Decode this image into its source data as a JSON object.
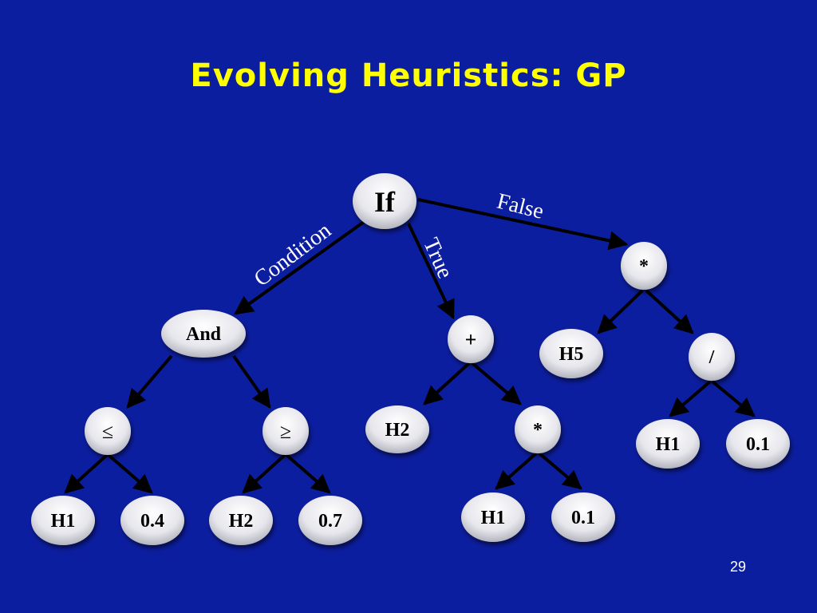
{
  "slide": {
    "title": "Evolving Heuristics: GP",
    "page_number": "29"
  },
  "tree": {
    "root": "If",
    "edge_labels": {
      "condition": "Condition",
      "true": "True",
      "false": "False"
    },
    "condition_branch": {
      "and": "And",
      "le": "≤",
      "le_left": "H1",
      "le_right": "0.4",
      "ge": "≥",
      "ge_left": "H2",
      "ge_right": "0.7"
    },
    "true_branch": {
      "plus": "+",
      "plus_left": "H2",
      "times": "*",
      "times_left": "H1",
      "times_right": "0.1"
    },
    "false_branch": {
      "times": "*",
      "times_left": "H5",
      "div": "/",
      "div_left": "H1",
      "div_right": "0.1"
    }
  }
}
